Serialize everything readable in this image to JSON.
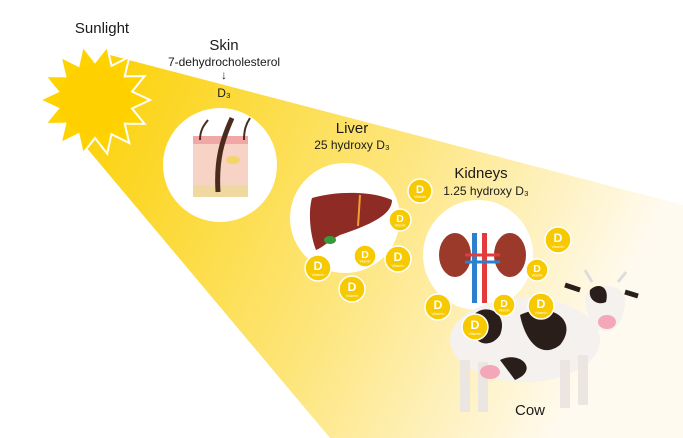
{
  "colors": {
    "sun": "#ffd300",
    "beam": "#fcd30a",
    "badge": "#f7c900",
    "liver": "#8e2b25",
    "kidney": "#9b3a2a"
  },
  "labels": {
    "sunlight": "Sunlight",
    "skin": "Skin",
    "skin_precursor": "7-dehydrocholesterol",
    "arrow": "↓",
    "skin_product": "D₃",
    "liver": "Liver",
    "liver_product": "25 hydroxy D₃",
    "kidneys": "Kidneys",
    "kidneys_product": "1.25 hydroxy D₃",
    "cow": "Cow"
  },
  "badge": {
    "letter": "D",
    "caption": "Vitamin"
  }
}
